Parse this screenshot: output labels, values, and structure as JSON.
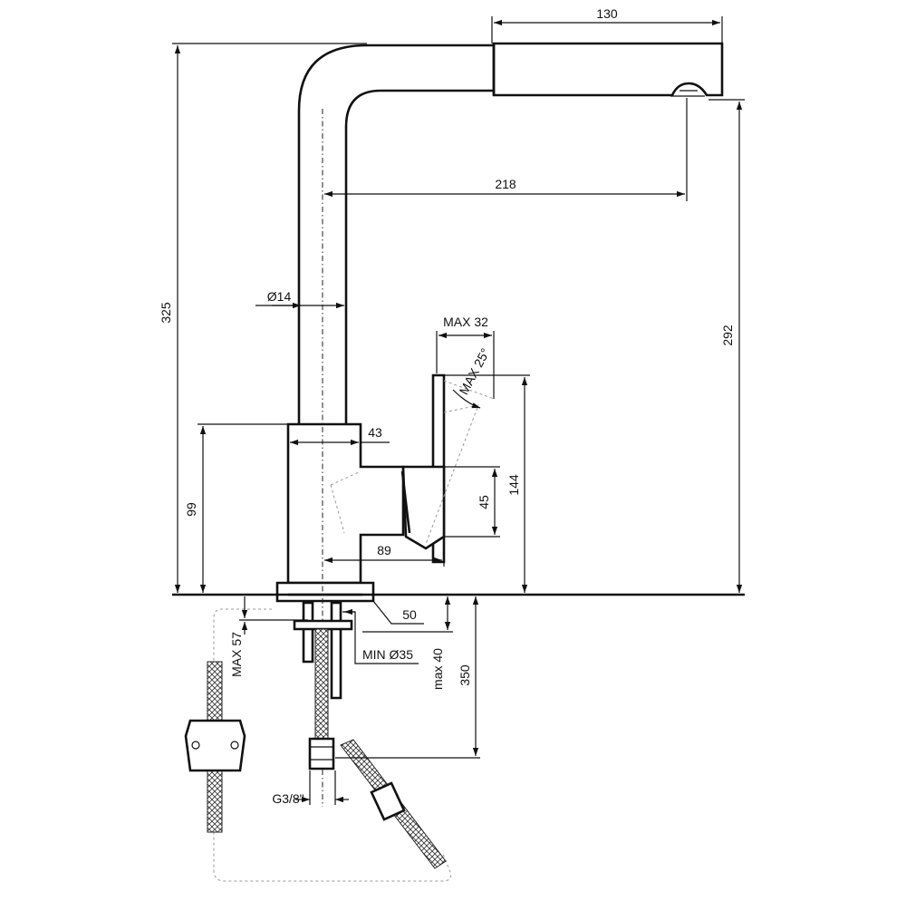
{
  "dimensions": {
    "spout_length": "130",
    "reach": "218",
    "total_height": "325",
    "spout_height": "292",
    "tube_diameter": "Ø14",
    "lever_travel": "MAX 32",
    "lever_angle": "MAX 25°",
    "body_width": "43",
    "body_height": "99",
    "lever_height": "144",
    "lever_width": "45",
    "body_depth": "89",
    "base_diameter": "50",
    "counter_thickness": "MAX 57",
    "hole_diameter": "MIN Ø35",
    "connection_height": "max 40",
    "hose_length": "350",
    "thread": "G3/8\""
  },
  "colors": {
    "line": "#111111",
    "ghost": "#9a9a9a",
    "background": "#ffffff"
  }
}
